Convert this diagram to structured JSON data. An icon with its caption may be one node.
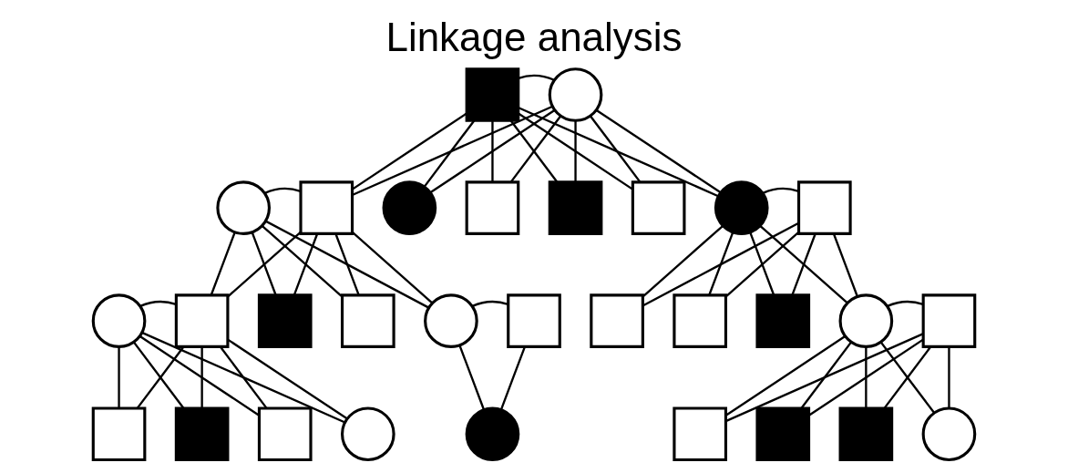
{
  "diagram": {
    "title": "Linkage analysis",
    "nodes": [
      {
        "text": [],
        "shape": "box"
      },
      {
        "text": [],
        "shape": "circle"
      },
      {
        "text": [],
        "shape": "circle"
      },
      {
        "text": [],
        "shape": "box"
      },
      {
        "text": [],
        "shape": "circle"
      },
      {
        "text": [],
        "shape": "box"
      },
      {
        "text": [],
        "shape": "box"
      },
      {
        "text": [],
        "shape": "box"
      },
      {
        "text": [],
        "shape": "circle"
      },
      {
        "text": [],
        "shape": "box"
      },
      {
        "text": [],
        "shape": "circle"
      },
      {
        "text": [],
        "shape": "box"
      },
      {
        "text": [],
        "shape": "box"
      },
      {
        "text": [],
        "shape": "box"
      },
      {
        "text": [],
        "shape": "circle"
      },
      {
        "text": [],
        "shape": "box"
      },
      {
        "text": [],
        "shape": "box"
      },
      {
        "text": [],
        "shape": "box"
      },
      {
        "text": [],
        "shape": "box"
      },
      {
        "text": [],
        "shape": "circle"
      },
      {
        "text": [],
        "shape": "box"
      },
      {
        "text": [],
        "shape": "box"
      },
      {
        "text": [],
        "shape": "box"
      },
      {
        "text": [],
        "shape": "box"
      },
      {
        "text": [],
        "shape": "circle"
      },
      {
        "text": [],
        "shape": "circle"
      },
      {
        "text": [],
        "shape": "box"
      },
      {
        "text": [],
        "shape": "box"
      },
      {
        "text": [],
        "shape": "box"
      },
      {
        "text": [],
        "shape": "circle"
      }
    ],
    "edges": [
      {
        "from": 0,
        "to": 1,
        "arrow": "none"
      },
      {
        "from": 0,
        "to": 3,
        "arrow": "none"
      },
      {
        "from": 1,
        "to": 3,
        "arrow": "none"
      },
      {
        "from": 0,
        "to": 4,
        "arrow": "none"
      },
      {
        "from": 1,
        "to": 4,
        "arrow": "none"
      },
      {
        "from": 0,
        "to": 5,
        "arrow": "none"
      },
      {
        "from": 1,
        "to": 5,
        "arrow": "none"
      },
      {
        "from": 0,
        "to": 6,
        "arrow": "none"
      },
      {
        "from": 1,
        "to": 6,
        "arrow": "none"
      },
      {
        "from": 0,
        "to": 7,
        "arrow": "none"
      },
      {
        "from": 1,
        "to": 7,
        "arrow": "none"
      },
      {
        "from": 0,
        "to": 8,
        "arrow": "none"
      },
      {
        "from": 1,
        "to": 8,
        "arrow": "none"
      },
      {
        "from": 2,
        "to": 3,
        "arrow": "none"
      },
      {
        "from": 8,
        "to": 9,
        "arrow": "none"
      },
      {
        "from": 2,
        "to": 11,
        "arrow": "none"
      },
      {
        "from": 3,
        "to": 11,
        "arrow": "none"
      },
      {
        "from": 2,
        "to": 12,
        "arrow": "none"
      },
      {
        "from": 3,
        "to": 12,
        "arrow": "none"
      },
      {
        "from": 2,
        "to": 13,
        "arrow": "none"
      },
      {
        "from": 3,
        "to": 13,
        "arrow": "none"
      },
      {
        "from": 2,
        "to": 14,
        "arrow": "none"
      },
      {
        "from": 3,
        "to": 14,
        "arrow": "none"
      },
      {
        "from": 8,
        "to": 16,
        "arrow": "none"
      },
      {
        "from": 9,
        "to": 16,
        "arrow": "none"
      },
      {
        "from": 8,
        "to": 17,
        "arrow": "none"
      },
      {
        "from": 9,
        "to": 17,
        "arrow": "none"
      },
      {
        "from": 8,
        "to": 18,
        "arrow": "none"
      },
      {
        "from": 9,
        "to": 18,
        "arrow": "none"
      },
      {
        "from": 8,
        "to": 19,
        "arrow": "none"
      },
      {
        "from": 9,
        "to": 19,
        "arrow": "none"
      },
      {
        "from": 10,
        "to": 11,
        "arrow": "none"
      },
      {
        "from": 14,
        "to": 15,
        "arrow": "none"
      },
      {
        "from": 19,
        "to": 20,
        "arrow": "none"
      },
      {
        "from": 10,
        "to": 21,
        "arrow": "none"
      },
      {
        "from": 11,
        "to": 21,
        "arrow": "none"
      },
      {
        "from": 10,
        "to": 22,
        "arrow": "none"
      },
      {
        "from": 11,
        "to": 22,
        "arrow": "none"
      },
      {
        "from": 10,
        "to": 23,
        "arrow": "none"
      },
      {
        "from": 11,
        "to": 23,
        "arrow": "none"
      },
      {
        "from": 10,
        "to": 24,
        "arrow": "none"
      },
      {
        "from": 11,
        "to": 24,
        "arrow": "none"
      },
      {
        "from": 14,
        "to": 25,
        "arrow": "none"
      },
      {
        "from": 15,
        "to": 25,
        "arrow": "none"
      },
      {
        "from": 19,
        "to": 26,
        "arrow": "none"
      },
      {
        "from": 20,
        "to": 26,
        "arrow": "none"
      },
      {
        "from": 19,
        "to": 27,
        "arrow": "none"
      },
      {
        "from": 20,
        "to": 27,
        "arrow": "none"
      },
      {
        "from": 19,
        "to": 28,
        "arrow": "none"
      },
      {
        "from": 20,
        "to": 28,
        "arrow": "none"
      },
      {
        "from": 19,
        "to": 29,
        "arrow": "none"
      },
      {
        "from": 20,
        "to": 29,
        "arrow": "none"
      }
    ]
  }
}
